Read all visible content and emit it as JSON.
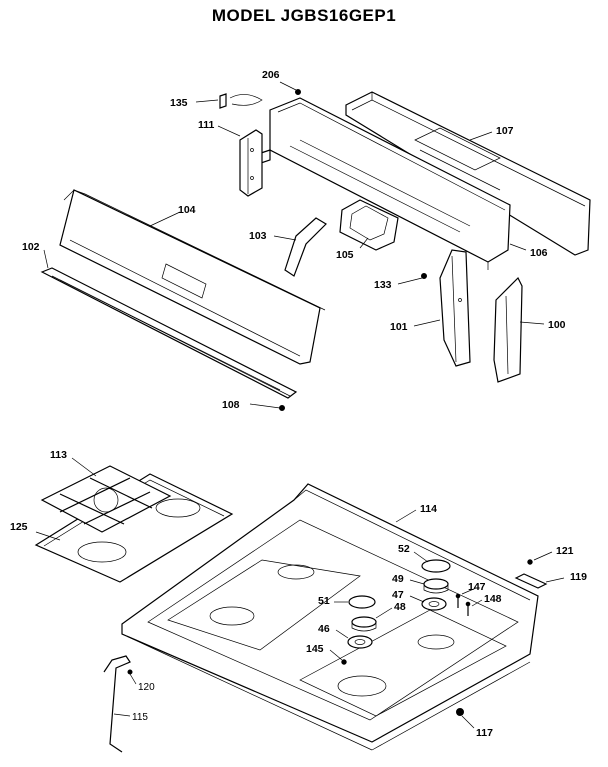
{
  "title": "MODEL JGBS16GEP1",
  "parts": [
    {
      "id": "p206",
      "label": "206"
    },
    {
      "id": "p135",
      "label": "135"
    },
    {
      "id": "p111",
      "label": "111"
    },
    {
      "id": "p107",
      "label": "107"
    },
    {
      "id": "p104",
      "label": "104"
    },
    {
      "id": "p103",
      "label": "103"
    },
    {
      "id": "p102",
      "label": "102"
    },
    {
      "id": "p105",
      "label": "105"
    },
    {
      "id": "p106",
      "label": "106"
    },
    {
      "id": "p133",
      "label": "133"
    },
    {
      "id": "p101",
      "label": "101"
    },
    {
      "id": "p100",
      "label": "100"
    },
    {
      "id": "p108",
      "label": "108"
    },
    {
      "id": "p113",
      "label": "113"
    },
    {
      "id": "p114",
      "label": "114"
    },
    {
      "id": "p125",
      "label": "125"
    },
    {
      "id": "p52",
      "label": "52"
    },
    {
      "id": "p121",
      "label": "121"
    },
    {
      "id": "p49",
      "label": "49"
    },
    {
      "id": "p147",
      "label": "147"
    },
    {
      "id": "p119",
      "label": "119"
    },
    {
      "id": "p47",
      "label": "47"
    },
    {
      "id": "p148",
      "label": "148"
    },
    {
      "id": "p51",
      "label": "51"
    },
    {
      "id": "p48",
      "label": "48"
    },
    {
      "id": "p46",
      "label": "46"
    },
    {
      "id": "p145",
      "label": "145"
    },
    {
      "id": "p120",
      "label": "120"
    },
    {
      "id": "p115",
      "label": "115"
    },
    {
      "id": "p117",
      "label": "117"
    }
  ]
}
